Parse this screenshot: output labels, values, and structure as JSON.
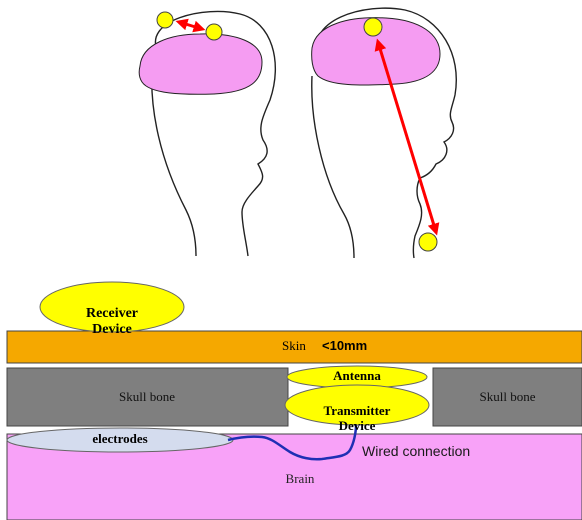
{
  "labels": {
    "receiver": "Receiver\nDevice",
    "skin": "Skin",
    "skin_thickness": "<10mm",
    "skull_left": "Skull bone",
    "skull_right": "Skull bone",
    "antenna": "Antenna",
    "transmitter": "Transmitter\nDevice",
    "electrodes": "electrodes",
    "wired_connection": "Wired connection",
    "brain": "Brain"
  },
  "colors": {
    "brain_region": "#f59cf2",
    "device_fill": "#ffff00",
    "arrow": "#ff0000",
    "skin_layer": "#f5a800",
    "skull_bone": "#7f7f7f",
    "brain_tissue": "#f8a2f8",
    "electrodes_fill": "#d4dcee",
    "wire": "#1f2fb4",
    "outline": "#222222"
  }
}
